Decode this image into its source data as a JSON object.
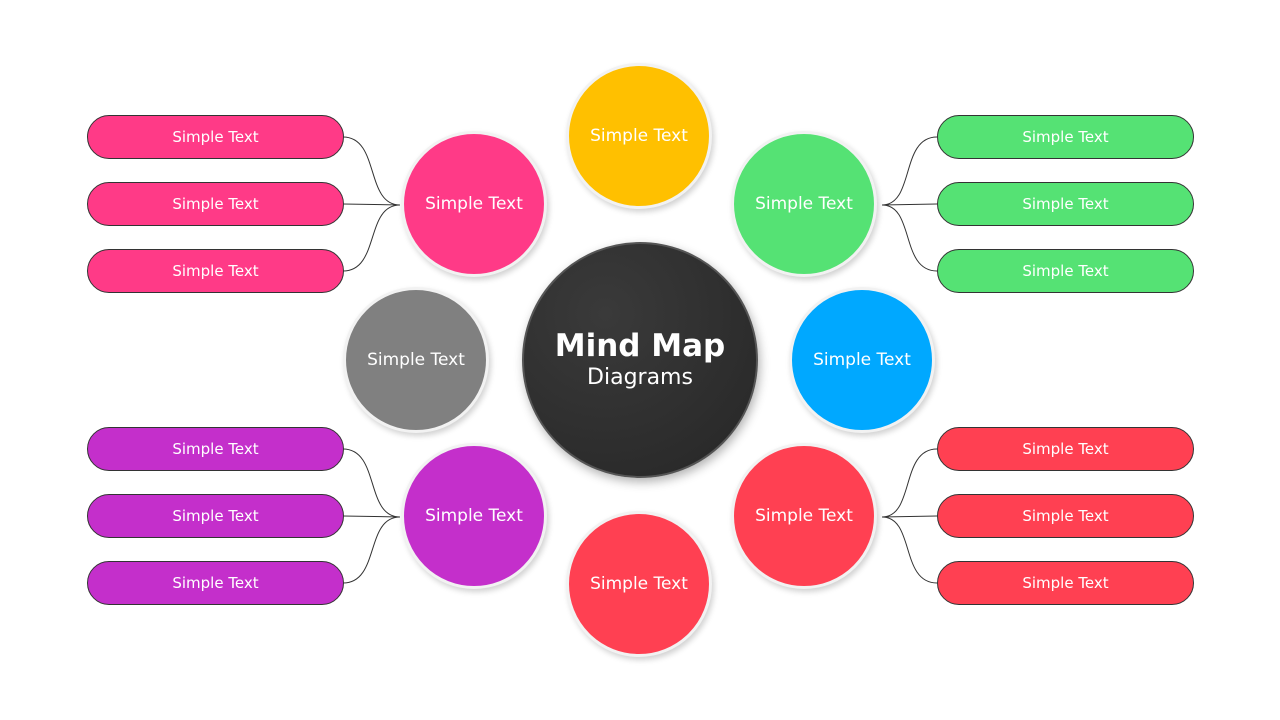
{
  "center": {
    "title": "Mind Map",
    "subtitle": "Diagrams"
  },
  "nodes": {
    "top": {
      "label": "Simple Text",
      "color": "#FFC000"
    },
    "top_left": {
      "label": "Simple Text",
      "color": "#FF3A87"
    },
    "top_right": {
      "label": "Simple Text",
      "color": "#55E274"
    },
    "left": {
      "label": "Simple Text",
      "color": "#808080"
    },
    "right": {
      "label": "Simple Text",
      "color": "#00A8FF"
    },
    "bottom_left": {
      "label": "Simple Text",
      "color": "#C42FCB"
    },
    "bottom_right": {
      "label": "Simple Text",
      "color": "#FF4052"
    },
    "bottom": {
      "label": "Simple Text",
      "color": "#FF4052"
    }
  },
  "branches": {
    "top_left": [
      "Simple Text",
      "Simple Text",
      "Simple Text"
    ],
    "top_right": [
      "Simple Text",
      "Simple Text",
      "Simple Text"
    ],
    "bottom_left": [
      "Simple Text",
      "Simple Text",
      "Simple Text"
    ],
    "bottom_right": [
      "Simple Text",
      "Simple Text",
      "Simple Text"
    ]
  }
}
